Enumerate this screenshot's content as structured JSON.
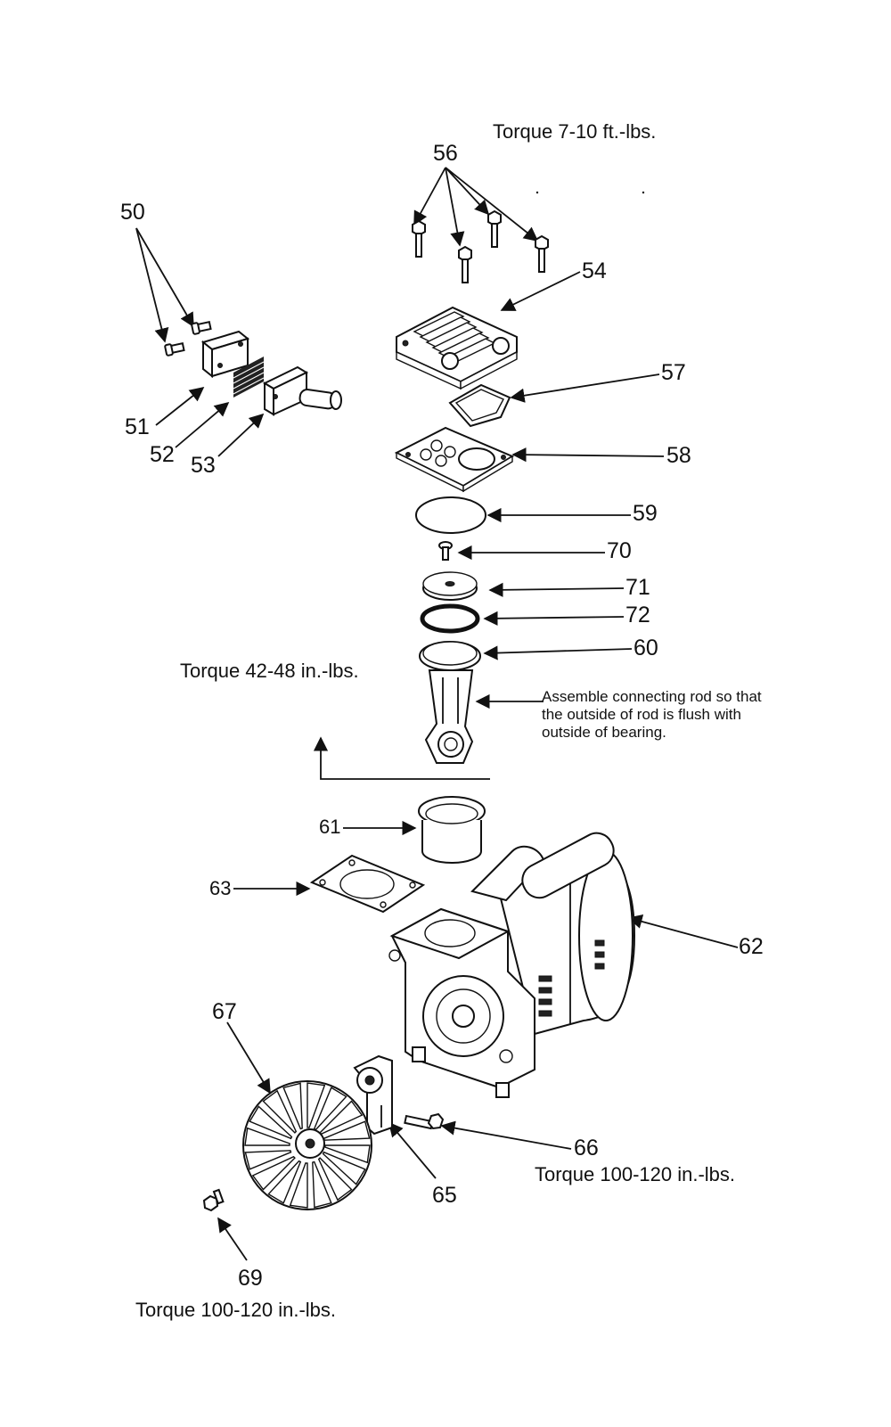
{
  "notes": {
    "top_torque": "Torque  7-10 ft.-lbs.",
    "rod_torque": "Torque  42-48 in.-lbs.",
    "rod_note_line1": "Assemble connecting rod so that",
    "rod_note_line2": "the outside of  rod is flush with",
    "rod_note_line3": "outside of bearing.",
    "bolt66_torque": "Torque 100-120 in.-lbs.",
    "bolt69_torque": "Torque 100-120 in.-lbs."
  },
  "callouts": {
    "p50": "50",
    "p51": "51",
    "p52": "52",
    "p53": "53",
    "p54": "54",
    "p56": "56",
    "p57": "57",
    "p58": "58",
    "p59": "59",
    "p60": "60",
    "p61": "61",
    "p62": "62",
    "p63": "63",
    "p65": "65",
    "p66": "66",
    "p67": "67",
    "p69": "69",
    "p70": "70",
    "p71": "71",
    "p72": "72"
  }
}
